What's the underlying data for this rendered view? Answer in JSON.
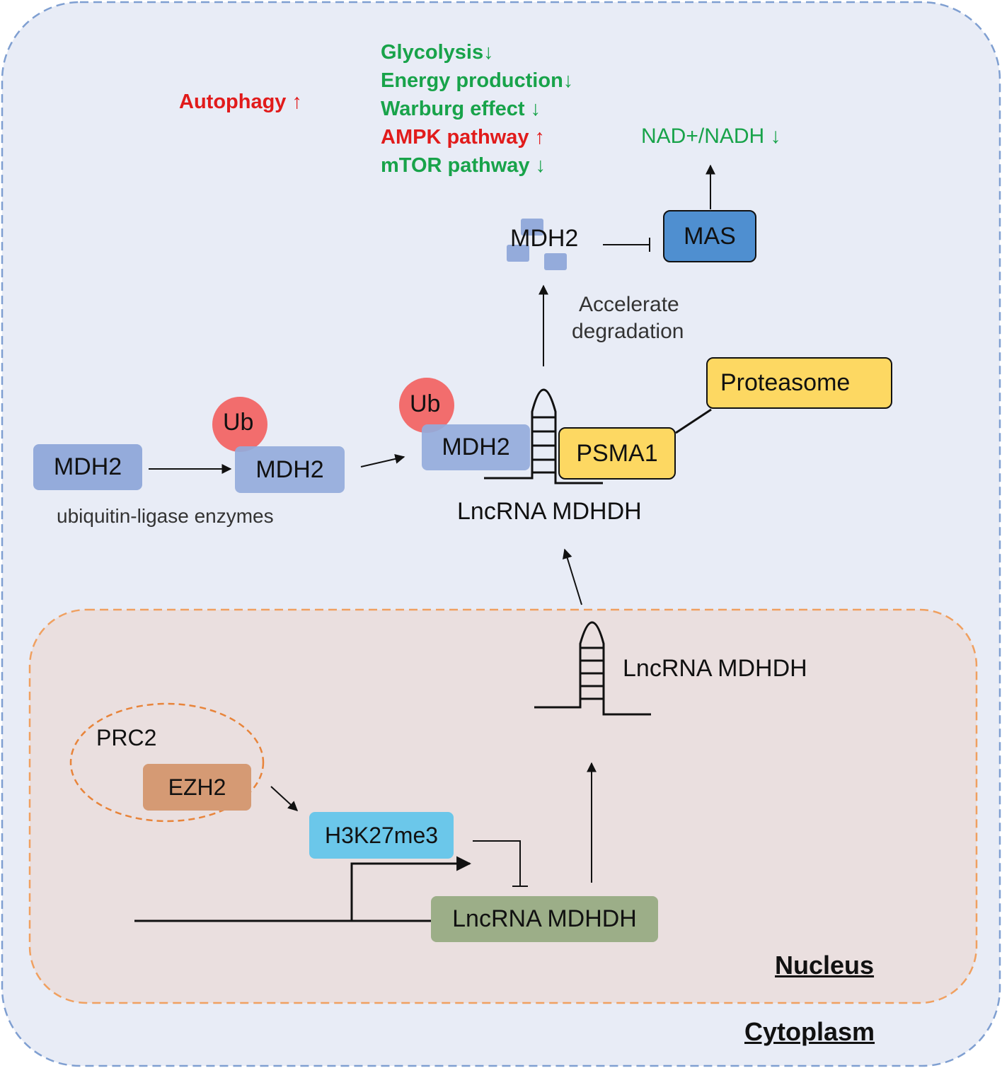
{
  "compartments": {
    "cytoplasm": "Cytoplasm",
    "nucleus": "Nucleus"
  },
  "effects": {
    "autophagy": "Autophagy ↑",
    "glycolysis": "Glycolysis↓",
    "energy": "Energy production↓",
    "warburg": "Warburg effect ↓",
    "ampk": "AMPK pathway ↑",
    "mtor": "mTOR pathway ↓",
    "nad": "NAD+/NADH ↓"
  },
  "nodes": {
    "mdh2_free": "MDH2",
    "mdh2_ub": "MDH2",
    "mdh2_bound": "MDH2",
    "mdh2_degraded": "MDH2",
    "ub1": "Ub",
    "ub2": "Ub",
    "mas": "MAS",
    "psma1": "PSMA1",
    "proteasome": "Proteasome",
    "lnc_cyto": "LncRNA MDHDH",
    "lnc_nuc": "LncRNA MDHDH",
    "lnc_gene": "LncRNA MDHDH",
    "prc2": "PRC2",
    "ezh2": "EZH2",
    "h3k27me3": "H3K27me3"
  },
  "annotations": {
    "ubiquitin": "ubiquitin-ligase enzymes",
    "accelerate": "Accelerate",
    "degradation": "degradation"
  },
  "colors": {
    "cytoplasm_fill": "#e8ecf6",
    "cytoplasm_border": "#7f9fd1",
    "nucleus_fill": "#eadfdf",
    "nucleus_border": "#f0a060",
    "mdh2": "#94abdb",
    "mas": "#4f8fd0",
    "yellow": "#fdd862",
    "ub": "#f26d6d",
    "ezh2": "#d59a74",
    "h3k27me3": "#6bc7ea",
    "gene": "#9cae88",
    "green_text": "#18a34a",
    "red_text": "#e11b1b"
  }
}
